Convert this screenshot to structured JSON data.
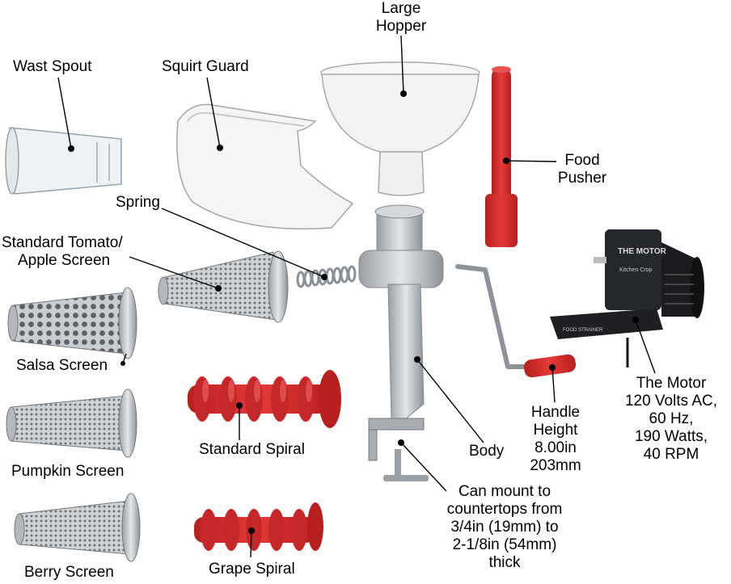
{
  "labels": {
    "wast_spout": "Wast Spout",
    "squirt_guard": "Squirt Guard",
    "large_hopper": [
      "Large",
      "Hopper"
    ],
    "food_pusher": [
      "Food",
      "Pusher"
    ],
    "spring": "Spring",
    "standard_tomato_screen": [
      "Standard Tomato/",
      "Apple Screen"
    ],
    "salsa_screen": "Salsa Screen",
    "pumpkin_screen": "Pumpkin Screen",
    "berry_screen": "Berry Screen",
    "standard_spiral": "Standard Spiral",
    "grape_spiral": "Grape Spiral",
    "body": "Body",
    "handle": [
      "Handle",
      "Height",
      "8.00in",
      "203mm"
    ],
    "motor": [
      "The Motor",
      "120 Volts AC,",
      "60 Hz,",
      "190 Watts,",
      "40 RPM"
    ],
    "mount": [
      "Can mount to",
      "countertops from",
      "3/4in (19mm) to",
      "2-1/8in (54mm)",
      "thick"
    ]
  },
  "motor_box_text": [
    "THE MOTOR",
    "Kitchen Crop",
    "FOOD STRAINER"
  ],
  "colors": {
    "red": "#d62a2a",
    "dark_red": "#a81c1c",
    "steel": "#c4c7cb",
    "steel_dark": "#8e9297",
    "white_part": "#f4f4f4",
    "motor_black": "#1f1f21"
  }
}
